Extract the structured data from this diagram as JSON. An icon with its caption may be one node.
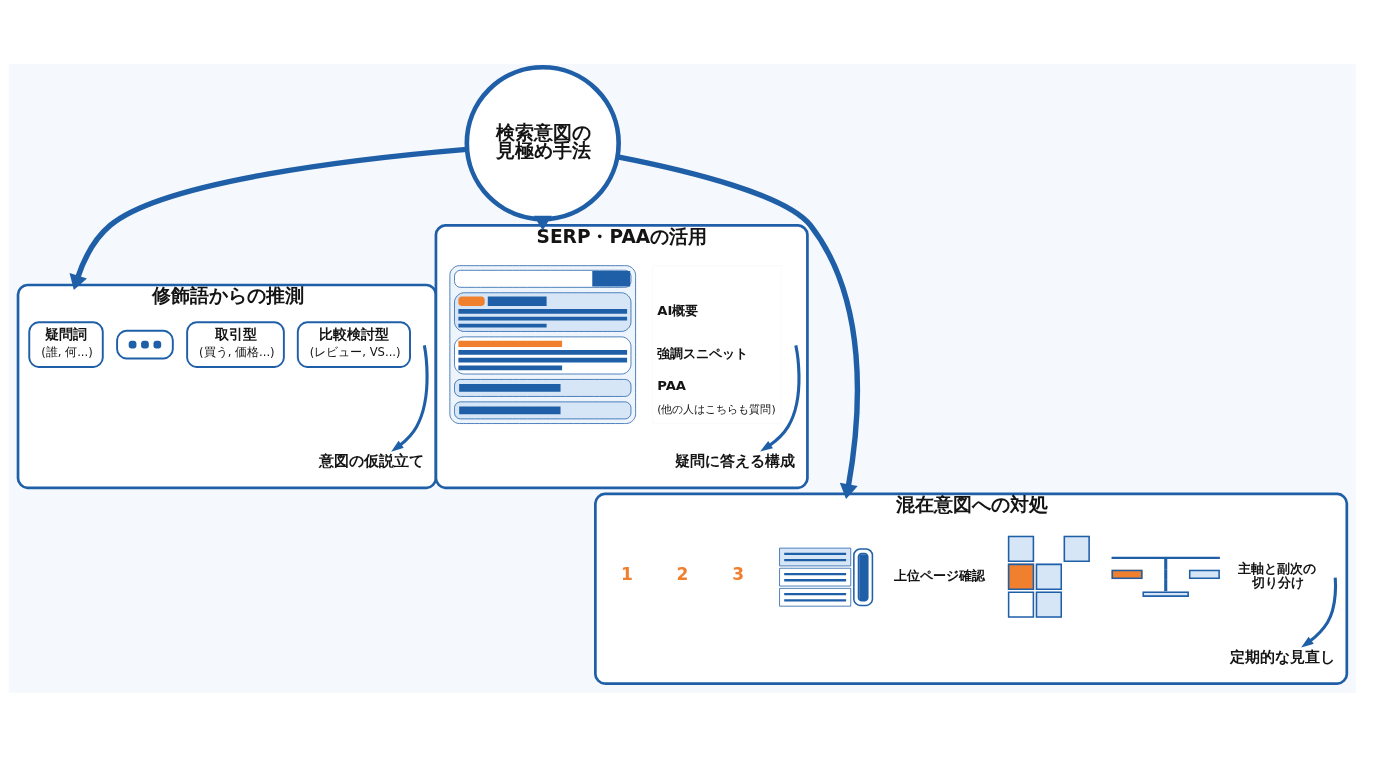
{
  "diagram": {
    "nodes": [
      {
        "text": [
          "検索意図の見極め手法"
        ]
      },
      {
        "text": [
          "修飾語からの推測"
        ]
      },
      {
        "text": [
          "疑問詞",
          "(誰, 何...)"
        ],
        "in": 1
      },
      {
        "text": [],
        "shape": "bubble",
        "in": 1
      },
      {
        "text": [
          "取引型",
          "(買う, 価格...)"
        ],
        "in": 1
      },
      {
        "text": [
          "比較検討型",
          "(レビュー, VS...)"
        ],
        "in": 1
      },
      {
        "text": [
          "意図の仮説立て"
        ],
        "in": 1
      },
      {
        "text": [
          "SERP・PAAの活用"
        ]
      },
      {
        "text": [],
        "shape": "picture",
        "in": 7,
        "beside": [
          "AI概要",
          "強調スニペット",
          "PAA",
          "(他の人はこちらも質問)"
        ]
      },
      {
        "text": [
          "疑問に答える構成"
        ],
        "in": 7
      },
      {
        "text": [
          "混在意図への対処"
        ]
      },
      {
        "text": [],
        "shape": "picture",
        "in": 10,
        "beside": [
          "上位ページ確認"
        ]
      },
      {
        "text": [],
        "shape": "picture",
        "in": 10
      },
      {
        "text": [],
        "shape": "picture",
        "in": 10,
        "beside": [
          "主軸と副次の切り分け"
        ]
      },
      {
        "text": [
          "定期的な見直し"
        ],
        "in": 10
      }
    ],
    "edges": [
      {
        "from": 0,
        "to": 1,
        "arrow": "to"
      },
      {
        "from": 0,
        "to": 7,
        "arrow": "to"
      },
      {
        "from": 0,
        "to": 10,
        "arrow": "to"
      },
      {
        "from": null,
        "to": 6,
        "arrow": "to"
      },
      {
        "from": null,
        "to": 9,
        "arrow": "to"
      },
      {
        "from": null,
        "to": 14,
        "arrow": "to"
      }
    ],
    "labels": [
      "1",
      "2",
      "3"
    ]
  }
}
